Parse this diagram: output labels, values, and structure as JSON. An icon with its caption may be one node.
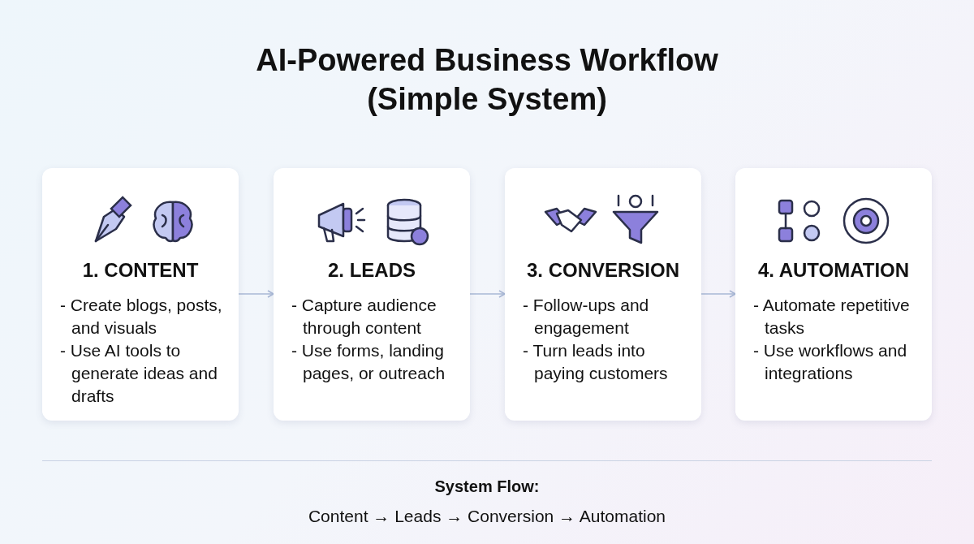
{
  "diagram": {
    "title": "AI-Powered Business Workflow (Simple System)",
    "nodes": [
      {
        "text": [
          "1. CONTENT",
          "- Create blogs, posts, and visuals",
          "- Use AI tools to generate ideas and drafts"
        ]
      },
      {
        "text": [
          "2. LEADS",
          "- Capture audience through content",
          "- Use forms, landing pages, or outreach"
        ]
      },
      {
        "text": [
          "3. CONVERSION",
          "- Follow-ups and engagement",
          "- Turn leads into paying customers"
        ]
      },
      {
        "text": [
          "4. AUTOMATION",
          "- Automate repetitive tasks",
          "- Use workflows and integrations"
        ]
      }
    ],
    "edges": [
      {
        "from": 0,
        "to": 1,
        "arrow": "to"
      },
      {
        "from": 1,
        "to": 2,
        "arrow": "to"
      },
      {
        "from": 2,
        "to": 3,
        "arrow": "to"
      }
    ],
    "labels": [
      "System Flow:",
      "Content → Leads → Conversion → Automation"
    ]
  }
}
